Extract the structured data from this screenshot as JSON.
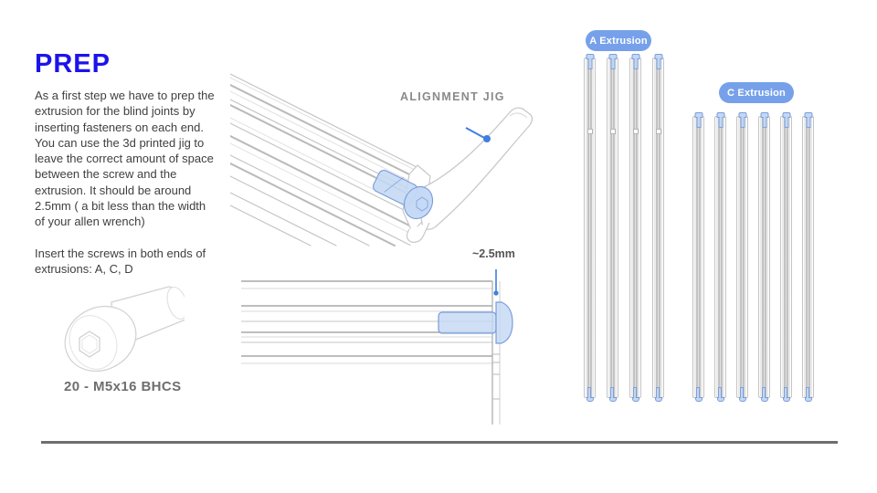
{
  "title": {
    "text": "PREP"
  },
  "intro": {
    "para1": "As a first step we have to prep the extrusion for the blind joints by inserting fasteners on each end. You can use the 3d printed jig to leave the correct amount of space between the screw and the extrusion. It should be around 2.5mm ( a bit less than the width of your allen wrench)",
    "para2": "Insert the screws in both ends of extrusions: A, C, D"
  },
  "hardware_label": "20 - M5x16 BHCS",
  "annotations": {
    "alignment_jig": "ALIGNMENT JIG",
    "gap_dimension": "~2.5mm"
  },
  "extrusion_groups": [
    {
      "id": "a",
      "badge": "A Extrusion",
      "count": 4
    },
    {
      "id": "c",
      "badge": "C Extrusion",
      "count": 6
    }
  ],
  "colors": {
    "title_blue": "#1c13ea",
    "accent_blue": "#3f7fe0",
    "badge_blue": "#76a1ea",
    "screw_fill": "#c3d8f4",
    "screw_stroke": "#7a9cdb",
    "body_text": "#3f3f3f",
    "muted_text": "#8a8a8a",
    "label_text": "#6e6e6e",
    "divider": "#6e6e6e"
  }
}
